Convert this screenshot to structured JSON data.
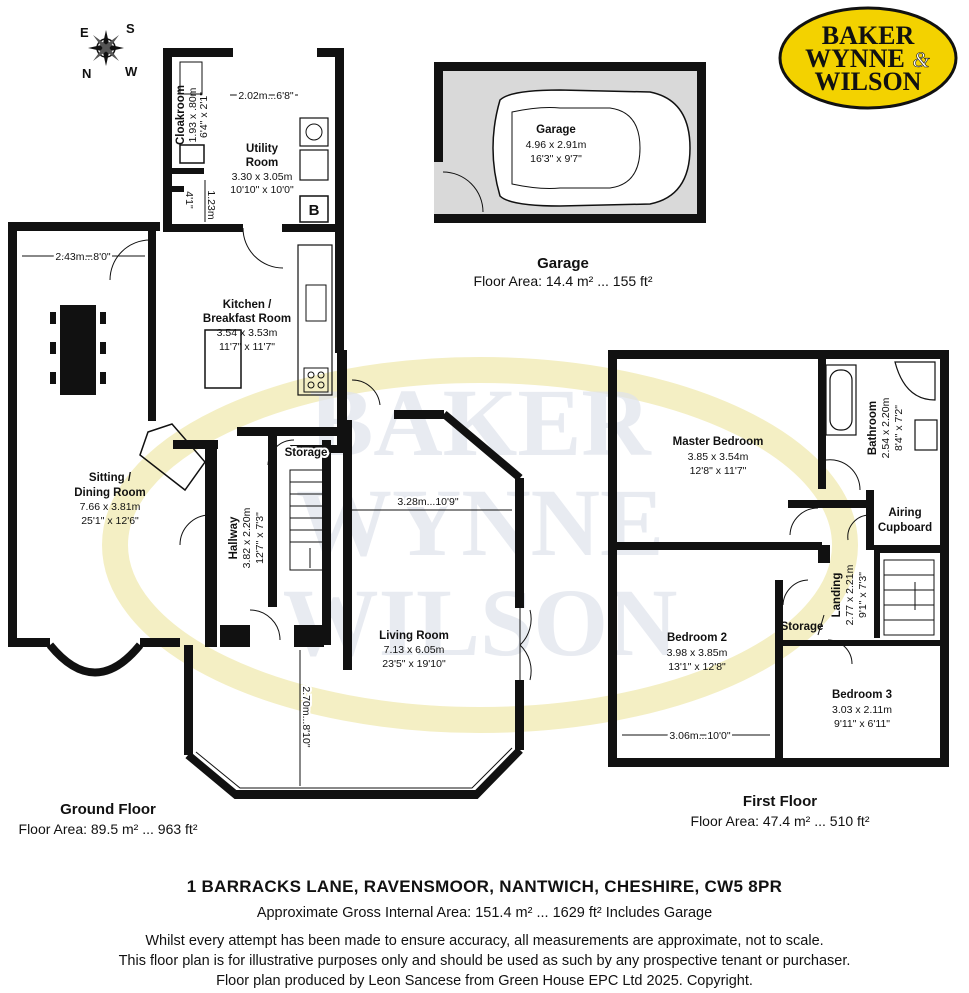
{
  "brand": {
    "line1": "BAKER",
    "line2": "WYNNE",
    "amp": "&",
    "line3": "WILSON",
    "watermark": [
      "BAKER",
      "WYNNE",
      "WILSON"
    ]
  },
  "compass": {
    "north": "N",
    "south": "S",
    "east": "E",
    "west": "W"
  },
  "ground_floor": {
    "title": "Ground Floor",
    "area": "Floor Area: 89.5 m² ... 963 ft²",
    "rooms": [
      {
        "name": "Cloakroom",
        "dims_m": "1.93 x .80m",
        "dims_ft": "6'4\" x 2'1\""
      },
      {
        "name": "Utility Room",
        "line1": "Utility",
        "line2": "Room",
        "dims_m": "3.30 x 3.05m",
        "dims_ft": "10'10\" x 10'0\""
      },
      {
        "name": "Kitchen / Breakfast Room",
        "line1": "Kitchen /",
        "line2": "Breakfast Room",
        "dims_m": "3.54 x 3.53m",
        "dims_ft": "11'7\" x 11'7\""
      },
      {
        "name": "Sitting / Dining Room",
        "line1": "Sitting /",
        "line2": "Dining Room",
        "dims_m": "7.66 x 3.81m",
        "dims_ft": "25'1\" x 12'6\""
      },
      {
        "name": "Storage"
      },
      {
        "name": "Hallway",
        "dims_m": "3.82 x 2.20m",
        "dims_ft": "12'7\" x 7'3\""
      },
      {
        "name": "Living Room",
        "dims_m": "7.13 x 6.05m",
        "dims_ft": "23'5\" x 19'10\""
      }
    ],
    "measurements": [
      "2.02m...6'8\"",
      "1.23m",
      "4'1\"",
      "2.43m...8'0\"",
      "3.28m...10'9\"",
      "2.70m...8'10\""
    ],
    "boiler_label": "B"
  },
  "garage": {
    "title": "Garage",
    "area": "Floor Area: 14.4 m² ... 155 ft²",
    "room": {
      "name": "Garage",
      "dims_m": "4.96 x 2.91m",
      "dims_ft": "16'3\" x 9'7\""
    }
  },
  "first_floor": {
    "title": "First Floor",
    "area": "Floor Area: 47.4 m² ... 510 ft²",
    "rooms": [
      {
        "name": "Master Bedroom",
        "dims_m": "3.85 x 3.54m",
        "dims_ft": "12'8\" x 11'7\""
      },
      {
        "name": "Bathroom",
        "dims_m": "2.54 x 2.20m",
        "dims_ft": "8'4\" x 7'2\""
      },
      {
        "name": "Airing Cupboard",
        "line1": "Airing",
        "line2": "Cupboard"
      },
      {
        "name": "Landing",
        "dims_m": "2.77 x 2.21m",
        "dims_ft": "9'1\" x 7'3\""
      },
      {
        "name": "Bedroom 2",
        "dims_m": "3.98 x 3.85m",
        "dims_ft": "13'1\" x 12'8\""
      },
      {
        "name": "Storage"
      },
      {
        "name": "Bedroom 3",
        "dims_m": "3.03 x 2.11m",
        "dims_ft": "9'11\" x 6'11\""
      }
    ],
    "measurements": [
      "3.06m...10'0\""
    ]
  },
  "footer": {
    "address": "1 BARRACKS LANE, RAVENSMOOR, NANTWICH, CHESHIRE, CW5 8PR",
    "gross_area": "Approximate Gross Internal Area: 151.4 m² ... 1629 ft² Includes Garage",
    "disclaimer1": "Whilst every attempt has been made to ensure accuracy, all measurements are approximate, not to scale.",
    "disclaimer2": "This floor plan is for illustrative purposes only and should be used as such by any prospective tenant or purchaser.",
    "disclaimer3": "Floor plan produced by Leon Sancese from Green House EPC Ltd 2025. Copyright."
  },
  "colors": {
    "wall": "#111111",
    "garage_fill": "#d9d9d9",
    "logo_fill": "#f3d200",
    "watermark_text": "#d7dbe6",
    "watermark_ring": "#f4efc4"
  }
}
